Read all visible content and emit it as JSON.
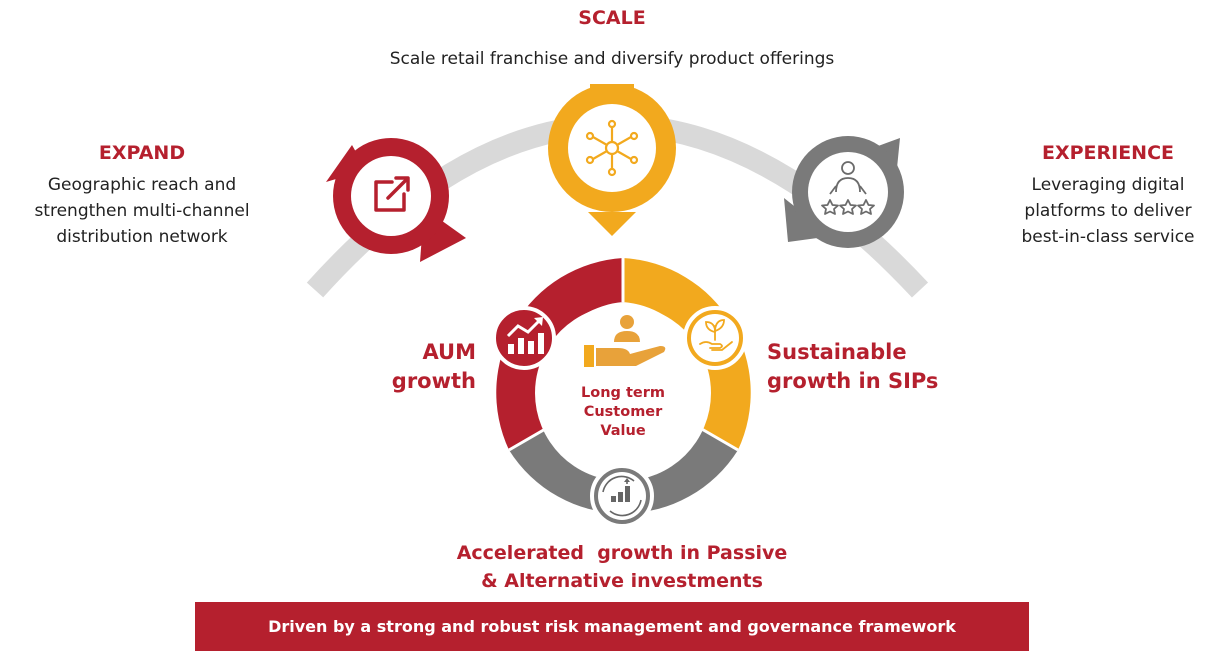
{
  "scale": {
    "title": "SCALE",
    "description": "Scale retail franchise and diversify product offerings",
    "icon": "network-nodes-icon"
  },
  "expand": {
    "title": "EXPAND",
    "description_lines": [
      "Geographic reach and",
      "strengthen multi-channel",
      "distribution network"
    ],
    "icon": "external-link-icon"
  },
  "experience": {
    "title": "EXPERIENCE",
    "description_lines": [
      "Leveraging digital",
      "platforms to deliver",
      "best-in-class service"
    ],
    "icon": "person-rating-stars-icon"
  },
  "wheel": {
    "center_lines": [
      "Long term",
      "Customer",
      "Value"
    ],
    "center_icon": "hand-holding-person-icon",
    "aum_lines": [
      "AUM",
      "growth"
    ],
    "aum_icon": "growth-chart-icon",
    "sip_lines": [
      "Sustainable",
      "growth in SIPs"
    ],
    "sip_icon": "hand-plant-icon",
    "passive_lines": [
      "Accelerated  growth in Passive",
      "& Alternative investments"
    ],
    "passive_icon": "bar-chart-cycle-icon"
  },
  "banner": {
    "text": "Driven by a strong and robust risk management and governance framework"
  },
  "colors": {
    "red": "#b5202e",
    "gold": "#f2a91e",
    "gray": "#7a7a7a",
    "light_gray": "#d9d9d9"
  }
}
